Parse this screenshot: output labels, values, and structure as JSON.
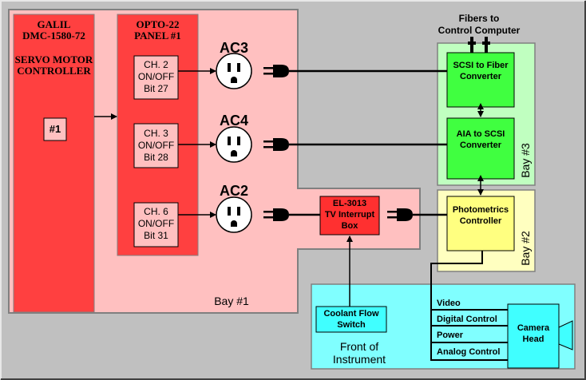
{
  "galil": {
    "line1": "GALIL",
    "line2": "DMC-1580-72",
    "line3": "SERVO MOTOR",
    "line4": "CONTROLLER",
    "badge": "#1"
  },
  "opto": {
    "line1": "OPTO-22",
    "line2": "PANEL #1"
  },
  "channels": [
    {
      "name": "CH. 2",
      "state": "ON/OFF",
      "bit": "Bit 27"
    },
    {
      "name": "CH. 3",
      "state": "ON/OFF",
      "bit": "Bit 28"
    },
    {
      "name": "CH. 6",
      "state": "ON/OFF",
      "bit": "Bit 31"
    }
  ],
  "outlets": [
    "AC3",
    "AC4",
    "AC2"
  ],
  "el3013": {
    "line1": "EL-3013",
    "line2": "TV Interrupt",
    "line3": "Box"
  },
  "fibers": {
    "line1": "Fibers to",
    "line2": "Control Computer"
  },
  "scsi_fiber": {
    "line1": "SCSI to Fiber",
    "line2": "Converter"
  },
  "aia_scsi": {
    "line1": "AIA to SCSI",
    "line2": "Converter"
  },
  "photometrics": {
    "line1": "Photometrics",
    "line2": "Controller"
  },
  "bays": {
    "bay1": "Bay #1",
    "bay2": "Bay #2",
    "bay3": "Bay #3"
  },
  "coolant": {
    "line1": "Coolant Flow",
    "line2": "Switch"
  },
  "front": {
    "line1": "Front of",
    "line2": "Instrument"
  },
  "signals": [
    "Video",
    "Digital Control",
    "Power",
    "Analog Control"
  ],
  "camera": {
    "line1": "Camera",
    "line2": "Head"
  },
  "colors": {
    "background": "#c0c0c0",
    "bay1_fill": "#ffc0c0",
    "red_box": "#ff4040",
    "channel_fill": "#ffc0c0",
    "bay3_fill": "#c0ffc0",
    "green_box": "#40ff40",
    "bay2_fill": "#ffffc0",
    "yellow_box": "#ffff80",
    "front_fill": "#80ffff",
    "cyan_box": "#40ffff",
    "el_box": "#ff3030"
  }
}
